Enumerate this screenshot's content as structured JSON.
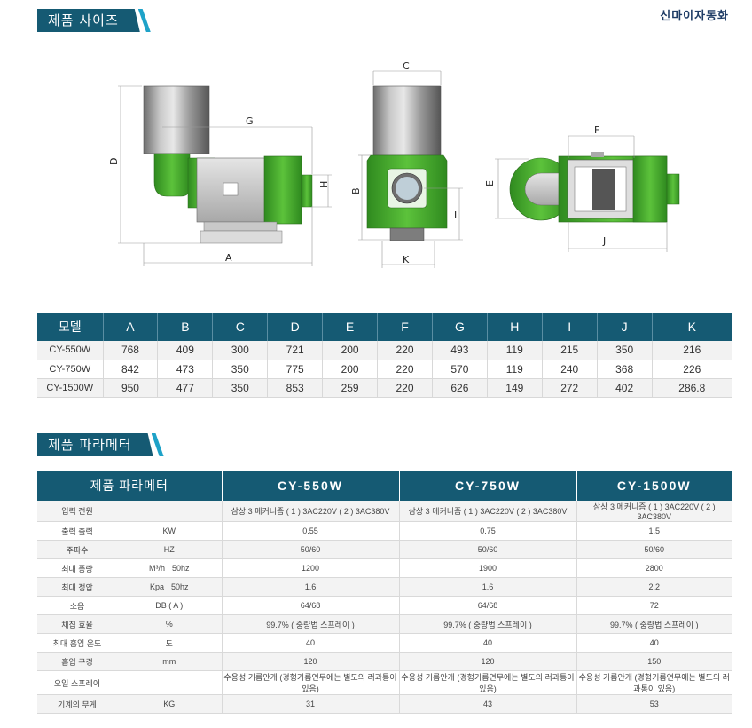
{
  "header": {
    "size_section_title": "제품 사이즈",
    "brand": "신마이자동화"
  },
  "dimension_letters": {
    "a": "A",
    "b": "B",
    "c": "C",
    "d": "D",
    "e": "E",
    "f": "F",
    "g": "G",
    "h": "H",
    "i": "I",
    "j": "J",
    "k": "K"
  },
  "size_table": {
    "headers": [
      "모델",
      "A",
      "B",
      "C",
      "D",
      "E",
      "F",
      "G",
      "H",
      "I",
      "J",
      "K"
    ],
    "rows": [
      [
        "CY-550W",
        "768",
        "409",
        "300",
        "721",
        "200",
        "220",
        "493",
        "119",
        "215",
        "350",
        "216"
      ],
      [
        "CY-750W",
        "842",
        "473",
        "350",
        "775",
        "200",
        "220",
        "570",
        "119",
        "240",
        "368",
        "226"
      ],
      [
        "CY-1500W",
        "950",
        "477",
        "350",
        "853",
        "259",
        "220",
        "626",
        "149",
        "272",
        "402",
        "286.8"
      ]
    ]
  },
  "param_section_title": "제품 파라메터",
  "param_table": {
    "header_label": "제품 파라메터",
    "models": [
      "CY-550W",
      "CY-750W",
      "CY-1500W"
    ],
    "rows": [
      {
        "name": "입력 전원",
        "unit": "",
        "unit2": "",
        "values": [
          "삼상 3 메커니즘 ( 1 ) 3AC220V ( 2 ) 3AC380V",
          "삼상 3 메커니즘 ( 1 ) 3AC220V ( 2 ) 3AC380V",
          "삼상 3 메커니즘 ( 1 ) 3AC220V ( 2 ) 3AC380V"
        ]
      },
      {
        "name": "출력 출력",
        "unit": "KW",
        "unit2": "",
        "values": [
          "0.55",
          "0.75",
          "1.5"
        ]
      },
      {
        "name": "주파수",
        "unit": "HZ",
        "unit2": "",
        "values": [
          "50/60",
          "50/60",
          "50/60"
        ]
      },
      {
        "name": "최대 풍량",
        "unit": "M³/h",
        "unit2": "50hz",
        "values": [
          "1200",
          "1900",
          "2800"
        ]
      },
      {
        "name": "최대 정압",
        "unit": "Kpa",
        "unit2": "50hz",
        "values": [
          "1.6",
          "1.6",
          "2.2"
        ]
      },
      {
        "name": "소음",
        "unit": "DB ( A )",
        "unit2": "",
        "values": [
          "64/68",
          "64/68",
          "72"
        ]
      },
      {
        "name": "채집 효율",
        "unit": "%",
        "unit2": "",
        "values": [
          "99.7% ( 중량법 스프레이 )",
          "99.7% ( 중량법 스프레이 )",
          "99.7% ( 중량법 스프레이 )"
        ]
      },
      {
        "name": "최대 흡입 온도",
        "unit": "도",
        "unit2": "",
        "values": [
          "40",
          "40",
          "40"
        ]
      },
      {
        "name": "흡입 구경",
        "unit": "mm",
        "unit2": "",
        "values": [
          "120",
          "120",
          "150"
        ]
      },
      {
        "name": "오일 스프레이",
        "unit": "",
        "unit2": "",
        "values": [
          "수용성 기름안개 (경형기름연무에는 별도의 러과통이 있음)",
          "수용성 기름안개 (경형기름연무에는 별도의 러과통이 있음)",
          "수용성 기름안개 (경형기름연무에는 별도의 러과통이 있음)"
        ]
      },
      {
        "name": "기계의 무게",
        "unit": "KG",
        "unit2": "",
        "values": [
          "31",
          "43",
          "53"
        ]
      }
    ]
  },
  "colors": {
    "navy": "#155a73",
    "accent": "#1ea2c8",
    "green": "#3da32a",
    "brand": "#1f3d66"
  }
}
